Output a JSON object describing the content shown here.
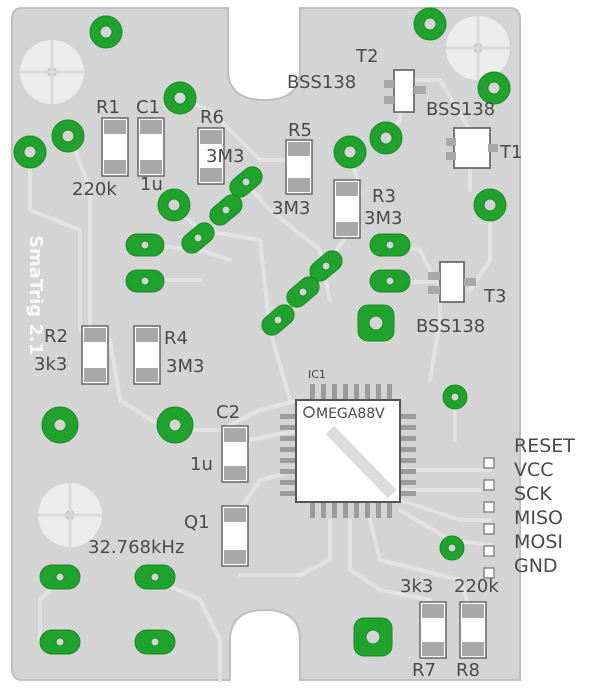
{
  "board": {
    "ghost_name": "SmaTrig 2.1",
    "colors": {
      "copper": "#d2d2d2",
      "trace": "#dedede",
      "pad": "#1fa32c",
      "smd": "#bdbdbd",
      "silk": "#555555"
    }
  },
  "components": {
    "t2": {
      "ref": "T2",
      "value": "BSS138"
    },
    "t1": {
      "ref": "T1",
      "value": "BSS138"
    },
    "t3": {
      "ref": "T3",
      "value": "BSS138"
    },
    "r1": {
      "ref": "R1",
      "value": "220k"
    },
    "c1": {
      "ref": "C1",
      "value": "1u"
    },
    "r6": {
      "ref": "R6",
      "value": "3M3"
    },
    "r5": {
      "ref": "R5",
      "value": "3M3"
    },
    "r3": {
      "ref": "R3",
      "value": "3M3"
    },
    "r2": {
      "ref": "R2",
      "value": "3k3"
    },
    "r4": {
      "ref": "R4",
      "value": "3M3"
    },
    "c2": {
      "ref": "C2",
      "value": "1u"
    },
    "q1": {
      "ref": "Q1",
      "value": "32.768kHz"
    },
    "r7": {
      "ref": "R7",
      "value": "3k3"
    },
    "r8": {
      "ref": "R8",
      "value": "220k"
    },
    "ic1": {
      "ref": "IC1",
      "value": "MEGA88V"
    }
  },
  "header_pins": [
    "RESET",
    "VCC",
    "SCK",
    "MISO",
    "MOSI",
    "GND"
  ]
}
